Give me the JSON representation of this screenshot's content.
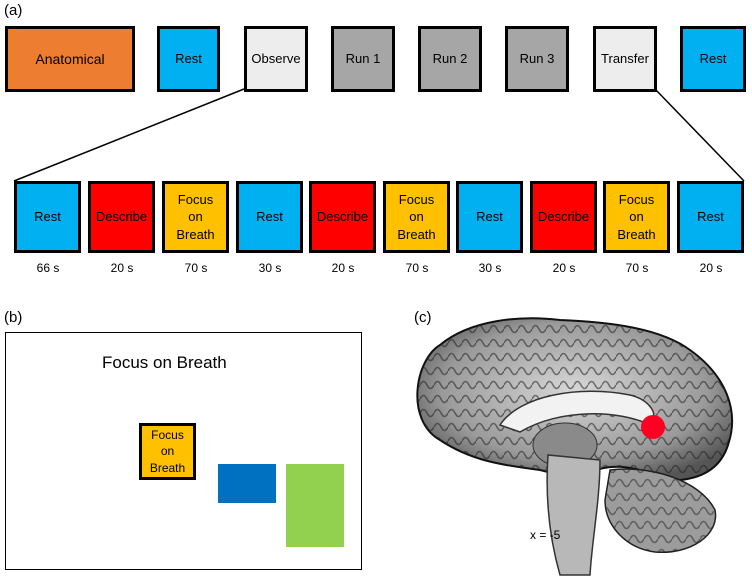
{
  "panel_labels": {
    "a": "(a)",
    "b": "(b)",
    "c": "(c)"
  },
  "top_sequence": [
    {
      "label": "Anatomical",
      "color": "#ED7D31"
    },
    {
      "label": "Rest",
      "color": "#00B0F0"
    },
    {
      "label": "Observe",
      "color": "#EDEDED"
    },
    {
      "label": "Run 1",
      "color": "#A6A6A6"
    },
    {
      "label": "Run 2",
      "color": "#A6A6A6"
    },
    {
      "label": "Run 3",
      "color": "#A6A6A6"
    },
    {
      "label": "Transfer",
      "color": "#EDEDED"
    },
    {
      "label": "Rest",
      "color": "#00B0F0"
    }
  ],
  "run_blocks": [
    {
      "label": "Rest",
      "duration": "66 s",
      "color": "#00B0F0"
    },
    {
      "label": "Describe",
      "duration": "20 s",
      "color": "#FF0000"
    },
    {
      "label": "Focus on Breath",
      "duration": "70 s",
      "color": "#FFC000"
    },
    {
      "label": "Rest",
      "duration": "30 s",
      "color": "#00B0F0"
    },
    {
      "label": "Describe",
      "duration": "20 s",
      "color": "#FF0000"
    },
    {
      "label": "Focus on Breath",
      "duration": "70 s",
      "color": "#FFC000"
    },
    {
      "label": "Rest",
      "duration": "30 s",
      "color": "#00B0F0"
    },
    {
      "label": "Describe",
      "duration": "20 s",
      "color": "#FF0000"
    },
    {
      "label": "Focus on Breath",
      "duration": "70 s",
      "color": "#FFC000"
    },
    {
      "label": "Rest",
      "duration": "20 s",
      "color": "#00B0F0"
    }
  ],
  "screen": {
    "title": "Focus on Breath",
    "cue_label": "Focus on Breath",
    "cue_color": "#FFC000",
    "bar_blue_color": "#0070C0",
    "bar_green_color": "#92D050"
  },
  "brain": {
    "coordinate_label": "x = -5",
    "roi_color": "#FF0022"
  }
}
